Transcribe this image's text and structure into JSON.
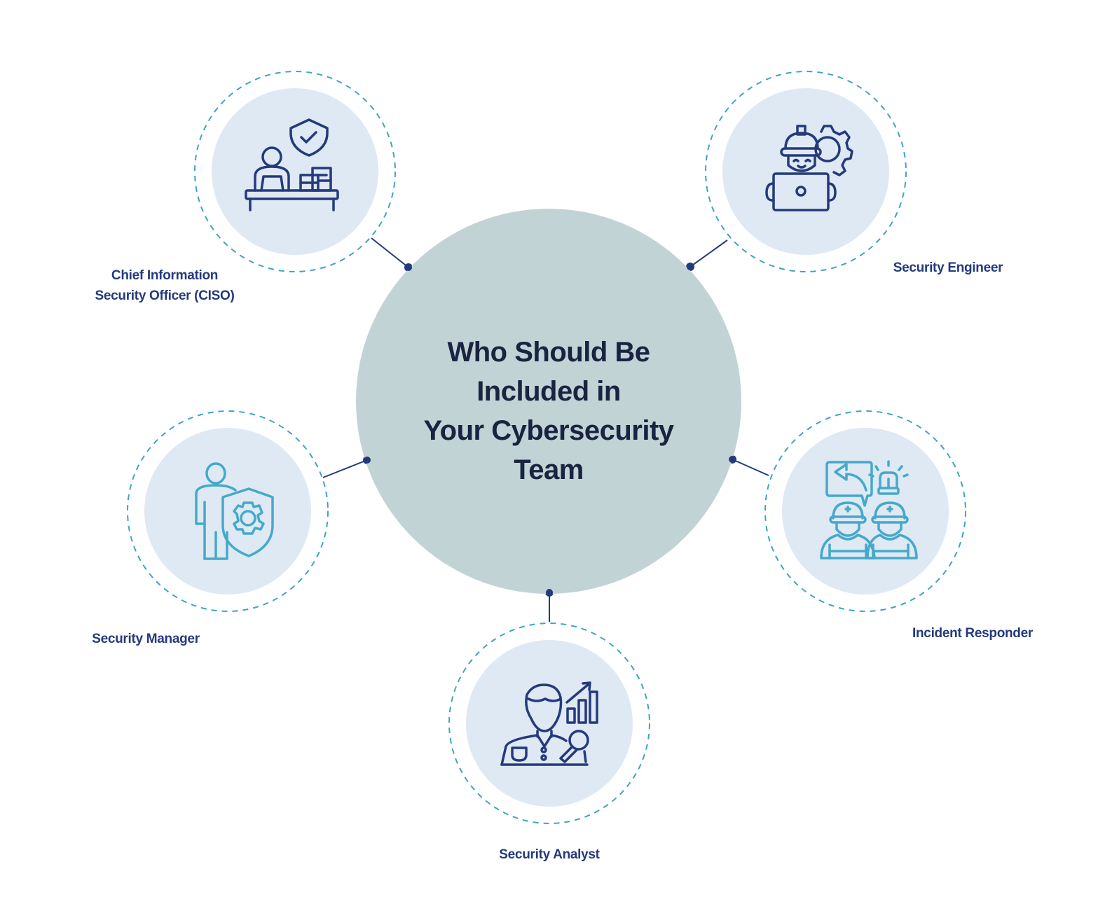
{
  "title": {
    "lines": [
      "Who Should Be",
      "Included in",
      "Your Cybersecurity",
      "Team"
    ]
  },
  "colors": {
    "center_fill": "#c2d3d6",
    "node_fill": "#dfe9f4",
    "dashed_ring": "#3fa3c8",
    "connector": "#243a7c",
    "navy_icon": "#243a7c",
    "teal_icon": "#45a9c9",
    "title_text": "#1a2340",
    "label_text": "#243a7c"
  },
  "roles": [
    {
      "id": "ciso",
      "label_lines": [
        "Chief Information",
        "Security Officer (CISO)"
      ],
      "icon": "person-at-desk-with-shield-icon"
    },
    {
      "id": "engineer",
      "label_lines": [
        "Security Engineer"
      ],
      "icon": "engineer-with-gear-icon"
    },
    {
      "id": "manager",
      "label_lines": [
        "Security Manager"
      ],
      "icon": "person-with-shield-gear-icon"
    },
    {
      "id": "responder",
      "label_lines": [
        "Incident Responder"
      ],
      "icon": "responders-with-alarm-icon"
    },
    {
      "id": "analyst",
      "label_lines": [
        "Security Analyst"
      ],
      "icon": "analyst-with-chart-magnifier-icon"
    }
  ]
}
